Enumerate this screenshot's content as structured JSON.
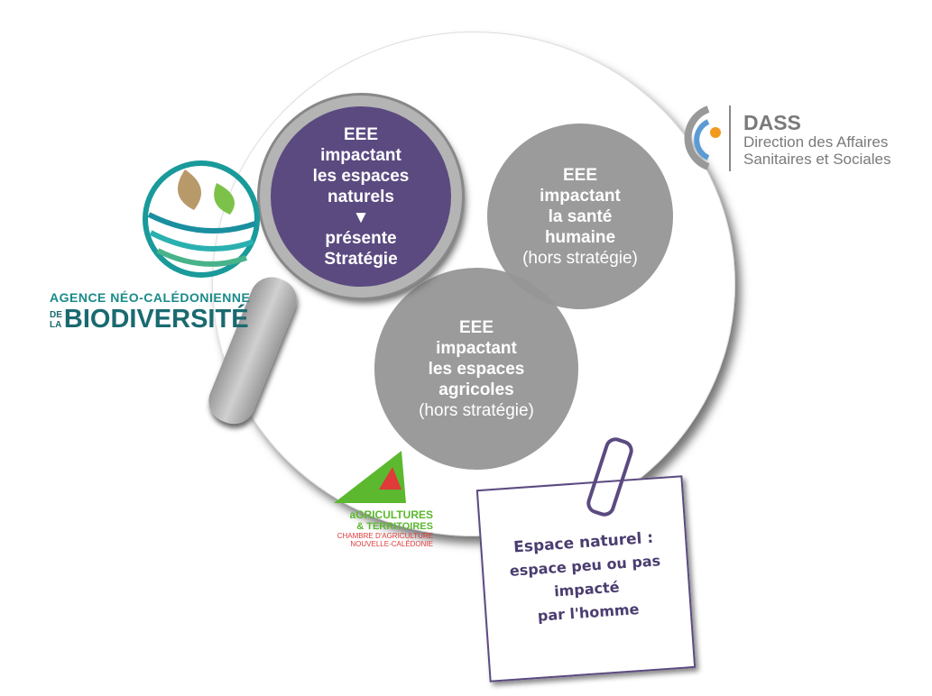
{
  "circles": {
    "naturels": {
      "lines": [
        "EEE",
        "impactant",
        "les espaces",
        "naturels"
      ],
      "arrow": "▼",
      "sub": [
        "présente",
        "Stratégie"
      ]
    },
    "sante": {
      "lines": [
        "EEE",
        "impactant",
        "la santé",
        "humaine"
      ],
      "note": "(hors stratégie)"
    },
    "agricoles": {
      "lines": [
        "EEE",
        "impactant",
        "les espaces",
        "agricoles"
      ],
      "note": "(hors stratégie)"
    }
  },
  "note": {
    "title": "Espace naturel :",
    "lines": [
      "espace peu ou pas",
      "impacté",
      "par l'homme"
    ]
  },
  "logos": {
    "ancb": {
      "line1": "AGENCE NÉO-CALÉDONIENNE",
      "de": "DE",
      "la": "LA",
      "name": "BIODIVERSITÉ"
    },
    "dass": {
      "name": "DASS",
      "line1": "Direction des Affaires",
      "line2": "Sanitaires et Sociales"
    },
    "chambre": {
      "line1": "aGRICULTURES",
      "line2": "& TERRITOIRES",
      "line3": "CHAMBRE D'AGRICULTURE",
      "line4": "NOUVELLE-CALÉDONIE"
    }
  }
}
